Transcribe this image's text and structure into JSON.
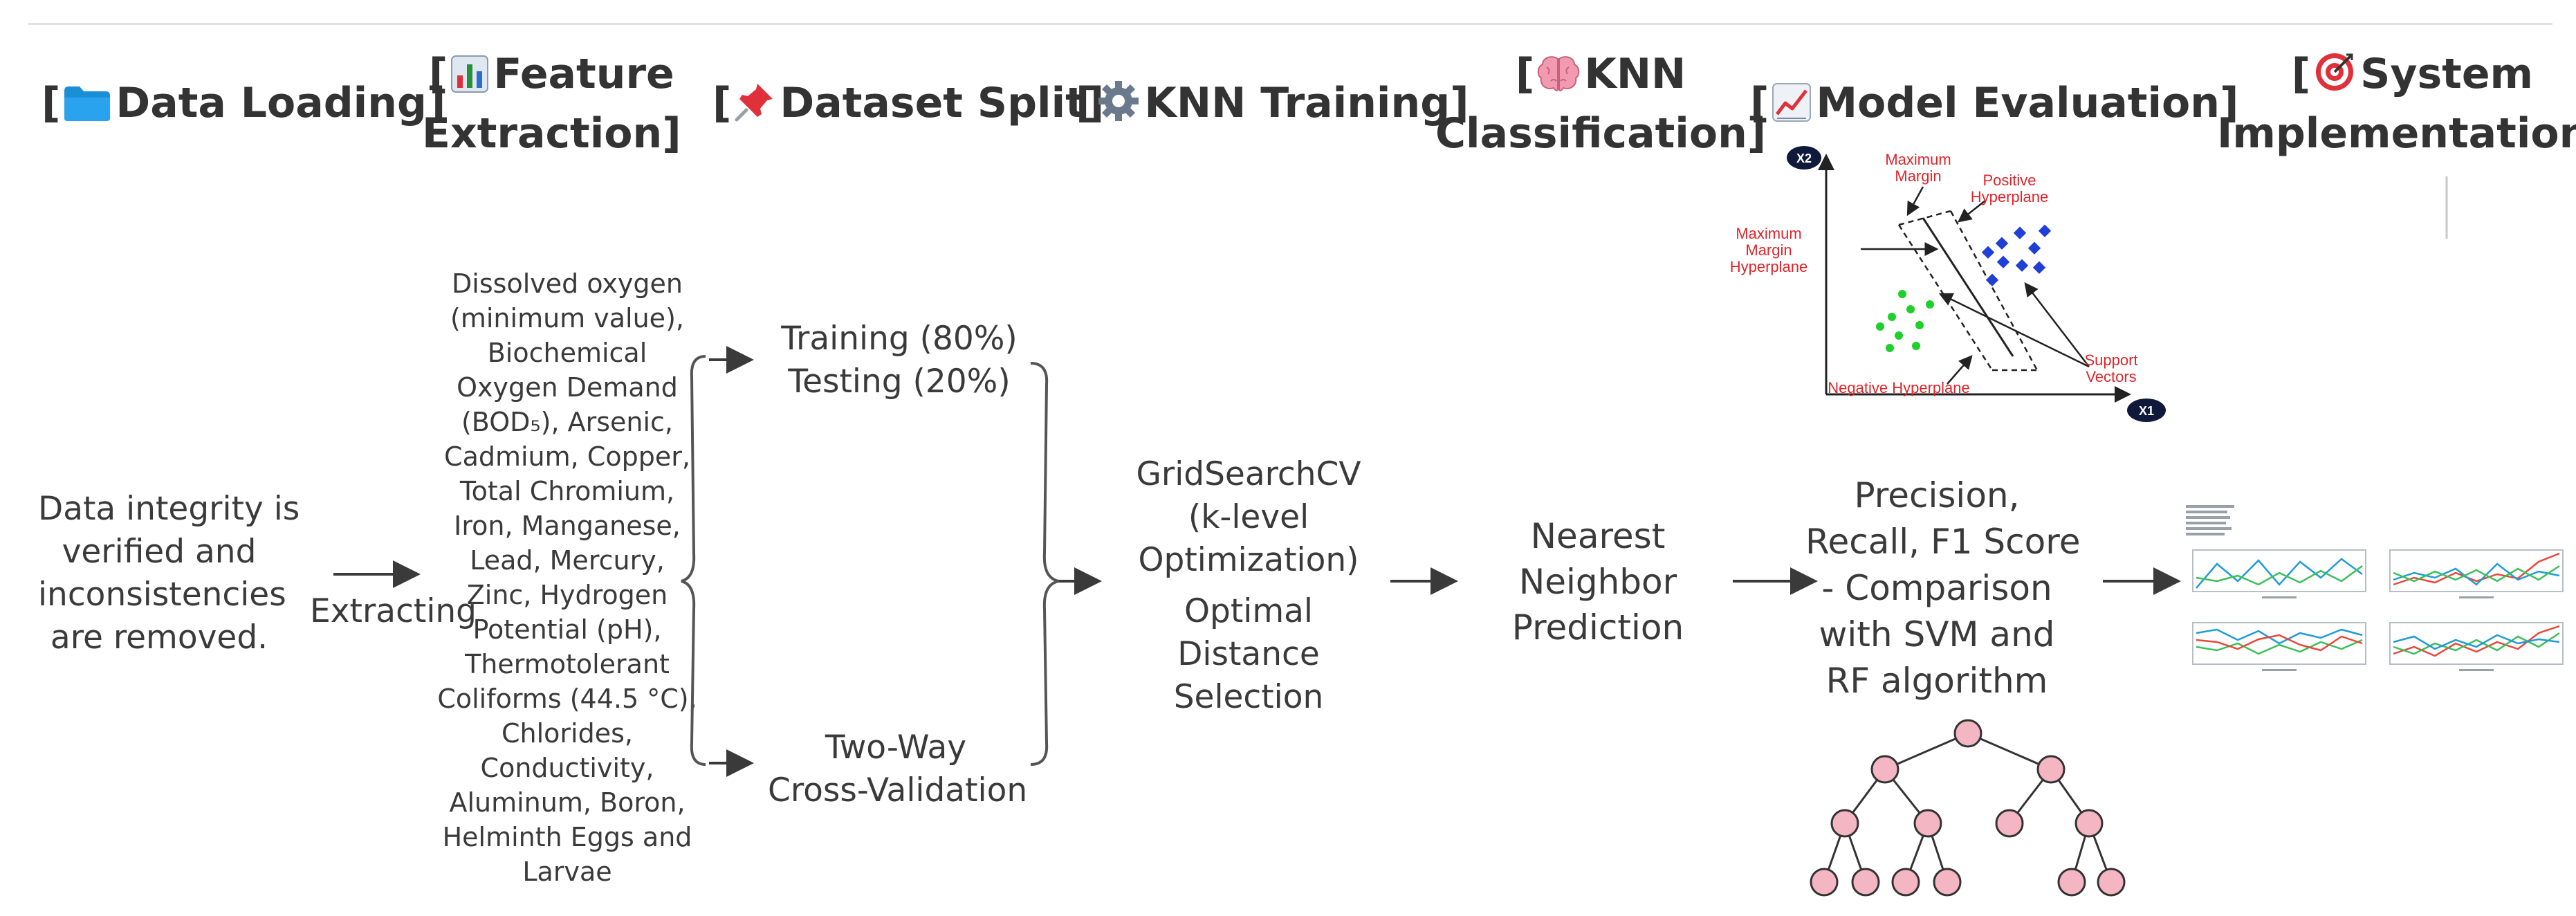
{
  "headers": {
    "data_loading": "Data Loading",
    "feature_extraction_1": "Feature",
    "feature_extraction_2": "Extraction",
    "dataset_split": "Dataset Split",
    "knn_training": "KNN Training",
    "knn_classification_1": "KNN",
    "knn_classification_2": "Classification",
    "model_evaluation": "Model Evaluation",
    "system_implementation_1": "System",
    "system_implementation_2": "Implementation"
  },
  "header_icons": {
    "data_loading": "folder-icon",
    "feature_extraction": "bar-chart-icon",
    "dataset_split": "pushpin-icon",
    "knn_training": "gear-icon",
    "knn_classification": "brain-icon",
    "model_evaluation": "trend-chart-icon",
    "system_implementation": "target-icon"
  },
  "data_loading": {
    "lines": [
      "Data integrity is",
      "verified and",
      "inconsistencies",
      "are removed."
    ]
  },
  "extracting_label": "Extracting",
  "features": {
    "lines": [
      "Dissolved oxygen",
      "(minimum value),",
      "Biochemical",
      "Oxygen Demand",
      "(BOD₅), Arsenic,",
      "Cadmium, Copper,",
      "Total Chromium,",
      "Iron, Manganese,",
      "Lead, Mercury,",
      "Zinc, Hydrogen",
      "Potential (pH),",
      "Thermotolerant",
      "Coliforms (44.5 °C),",
      "Chlorides,",
      "Conductivity,",
      "Aluminum, Boron,",
      "Helminth Eggs and",
      "Larvae"
    ]
  },
  "split": {
    "training": "Training (80%)",
    "testing": "Testing (20%)",
    "cv_1": "Two-Way",
    "cv_2": "Cross-Validation"
  },
  "training": {
    "lines_1": [
      "GridSearchCV",
      "(k-level",
      "Optimization)"
    ],
    "lines_2": [
      "Optimal",
      "Distance",
      "Selection"
    ]
  },
  "classification": {
    "lines": [
      "Nearest",
      "Neighbor",
      "Prediction"
    ]
  },
  "evaluation": {
    "lines": [
      "Precision,",
      "Recall, F1 Score",
      "- Comparison",
      "with SVM and",
      "RF algorithm"
    ]
  },
  "svm_figure": {
    "x2": "X2",
    "x1": "X1",
    "max_margin_1": "Maximum",
    "max_margin_2": "Margin",
    "pos_hyper_1": "Positive",
    "pos_hyper_2": "Hyperplane",
    "mm_hyper_1": "Maximum",
    "mm_hyper_2": "Margin",
    "mm_hyper_3": "Hyperplane",
    "support_1": "Support",
    "support_2": "Vectors",
    "neg_hyper": "Negative Hyperplane"
  },
  "colors": {
    "arrow": "#3a3a3a",
    "svm_red": "#e0242a",
    "svm_blue": "#1f3fd6",
    "svm_green": "#1fcf2a",
    "tree_node_fill": "#f4b6c2",
    "tree_node_stroke": "#333333",
    "axis_badge": "#0f1a3a"
  }
}
